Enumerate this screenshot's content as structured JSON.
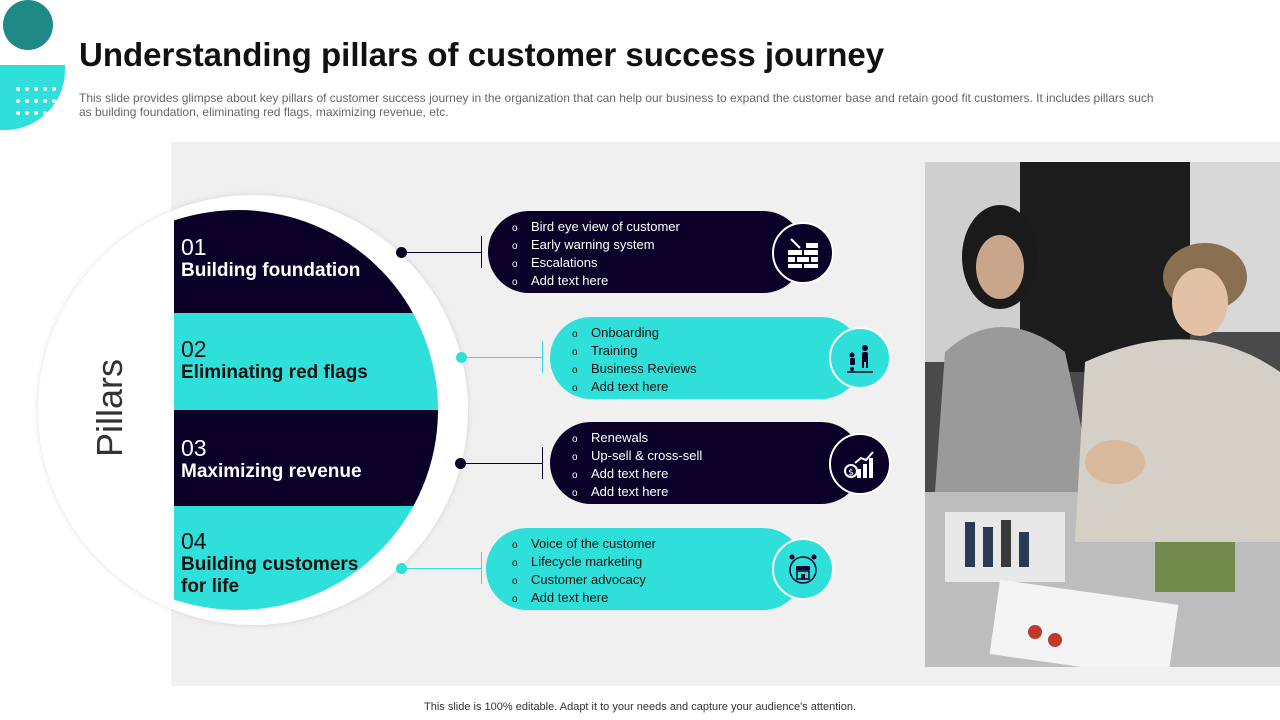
{
  "title": "Understanding pillars of customer success journey",
  "description": "This slide provides glimpse about key pillars of customer success journey in the organization that can help our business to expand the customer base and retain good fit customers. It includes pillars such as building foundation, eliminating red flags, maximizing revenue, etc.",
  "side_label": "Pillars",
  "pillars": [
    {
      "number": "01",
      "name": "Building foundation",
      "items": [
        "Bird eye view  of customer",
        "Early warning  system",
        "Escalations",
        "Add text here"
      ],
      "icon": "brick-wall-icon"
    },
    {
      "number": "02",
      "name": "Eliminating red flags",
      "items": [
        "Onboarding",
        "Training",
        "Business Reviews",
        "Add text here"
      ],
      "icon": "people-growth-icon"
    },
    {
      "number": "03",
      "name": "Maximizing revenue",
      "items": [
        "Renewals",
        "Up-sell & cross-sell",
        "Add text here",
        "Add text here"
      ],
      "icon": "revenue-chart-icon"
    },
    {
      "number": "04",
      "name": "Building customers for life",
      "items": [
        "Voice of the customer",
        "Lifecycle marketing",
        "Customer advocacy",
        "Add text here"
      ],
      "icon": "customer-store-icon"
    }
  ],
  "colors": {
    "dark": "#0a0028",
    "teal": "#2ee0d9",
    "deco": "#1f8a85"
  },
  "footer": "This slide is 100% editable.  Adapt it to your needs and capture your audience's attention."
}
